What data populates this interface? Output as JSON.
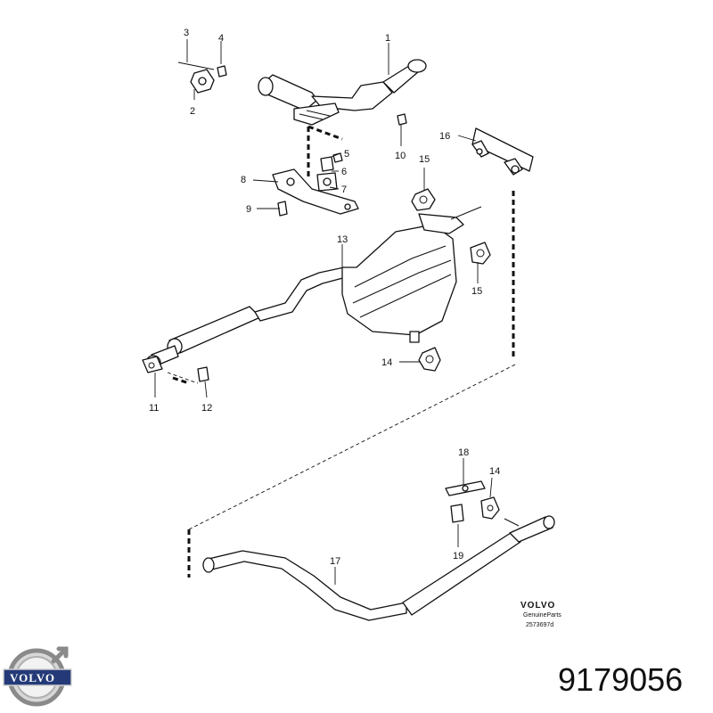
{
  "callouts": [
    {
      "id": "1",
      "text": "1"
    },
    {
      "id": "2",
      "text": "2"
    },
    {
      "id": "3",
      "text": "3"
    },
    {
      "id": "4",
      "text": "4"
    },
    {
      "id": "5",
      "text": "5"
    },
    {
      "id": "6",
      "text": "6"
    },
    {
      "id": "7",
      "text": "7"
    },
    {
      "id": "8",
      "text": "8"
    },
    {
      "id": "9",
      "text": "9"
    },
    {
      "id": "10",
      "text": "10"
    },
    {
      "id": "11",
      "text": "11"
    },
    {
      "id": "12",
      "text": "12"
    },
    {
      "id": "13",
      "text": "13"
    },
    {
      "id": "14a",
      "text": "14"
    },
    {
      "id": "14b",
      "text": "14"
    },
    {
      "id": "15a",
      "text": "15"
    },
    {
      "id": "15b",
      "text": "15"
    },
    {
      "id": "16",
      "text": "16"
    },
    {
      "id": "17",
      "text": "17"
    },
    {
      "id": "18",
      "text": "18"
    },
    {
      "id": "19",
      "text": "19"
    }
  ],
  "brand_box": {
    "brand": "VOLVO",
    "line1": "GenuineParts",
    "line2": "2573697d"
  },
  "logo": {
    "word": "VOLVO"
  },
  "part_number": "9179056"
}
